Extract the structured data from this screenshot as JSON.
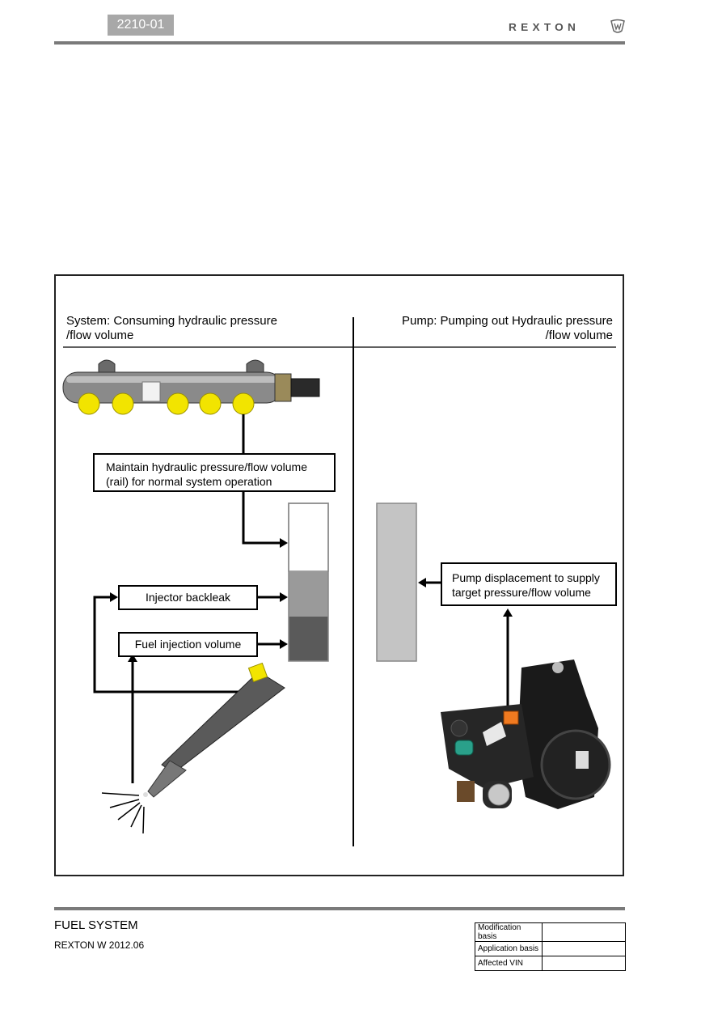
{
  "header": {
    "page_code": "2210-01",
    "brand": "REXTON"
  },
  "diagram": {
    "left_heading": [
      "System: Consuming hydraulic pressure",
      "/flow volume"
    ],
    "right_heading": [
      "Pump: Pumping out Hydraulic pressure",
      "/flow volume"
    ],
    "rail_box": [
      "Maintain hydraulic pressure/flow volume",
      "(rail) for normal system operation"
    ],
    "backleak_label": "Injector backleak",
    "injection_label": "Fuel injection volume",
    "pump_box": [
      "Pump displacement to supply",
      "target pressure/flow volume"
    ],
    "colors": {
      "rail_level": "#ffffff",
      "backleak_level": "#9a9a9a",
      "injection_level": "#5a5a5a",
      "pump_bar": "#c4c4c4",
      "plug_yellow": "#f2e400",
      "connector_orange": "#f07a20"
    }
  },
  "footer": {
    "title": "FUEL SYSTEM",
    "model": "REXTON W 2012.06",
    "table": [
      {
        "label": "Modification basis",
        "value": ""
      },
      {
        "label": "Application basis",
        "value": ""
      },
      {
        "label": "Affected VIN",
        "value": ""
      }
    ]
  }
}
